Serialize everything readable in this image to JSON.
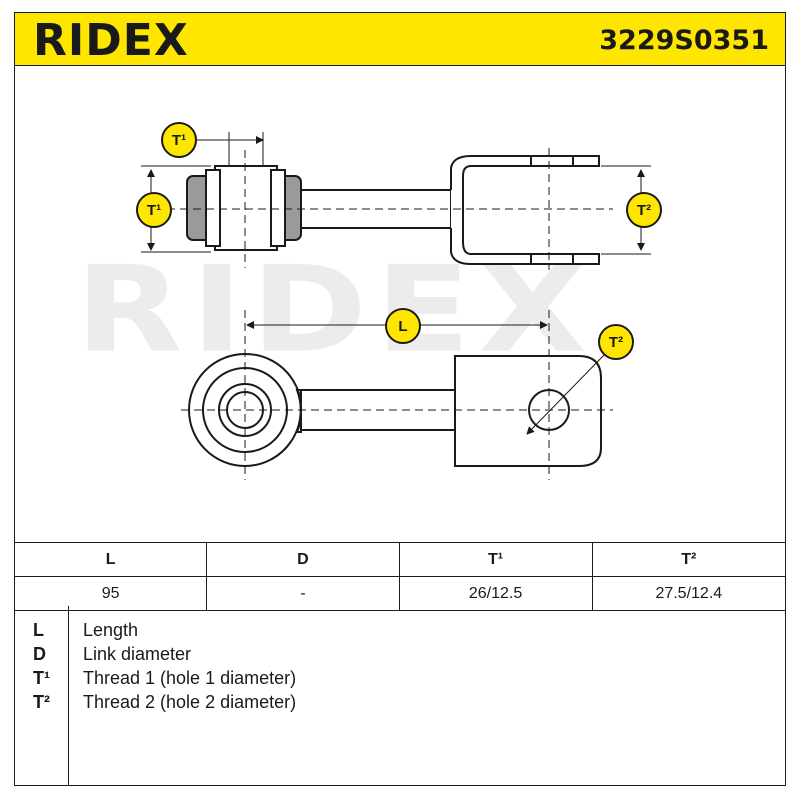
{
  "header": {
    "brand": "RIDEX",
    "part_number": "3229S0351"
  },
  "drawing": {
    "watermark": "RIDEX",
    "labels": {
      "t1_top": "T¹",
      "t1_side": "T¹",
      "t2_side": "T²",
      "length": "L",
      "t2_hole": "T²"
    }
  },
  "spec_table": {
    "headers": [
      "L",
      "D",
      "T¹",
      "T²"
    ],
    "values": [
      "95",
      "-",
      "26/12.5",
      "27.5/12.4"
    ]
  },
  "legend": {
    "items": [
      {
        "symbol": "L",
        "text": "Length"
      },
      {
        "symbol": "D",
        "text": "Link diameter"
      },
      {
        "symbol": "T¹",
        "text": "Thread 1 (hole 1 diameter)"
      },
      {
        "symbol": "T²",
        "text": "Thread 2 (hole 2 diameter)"
      }
    ]
  },
  "colors": {
    "brand_yellow": "#ffe600",
    "outline": "#1a1a1a",
    "rubber_gray": "#9a9a9a",
    "watermark": "#ececec"
  }
}
